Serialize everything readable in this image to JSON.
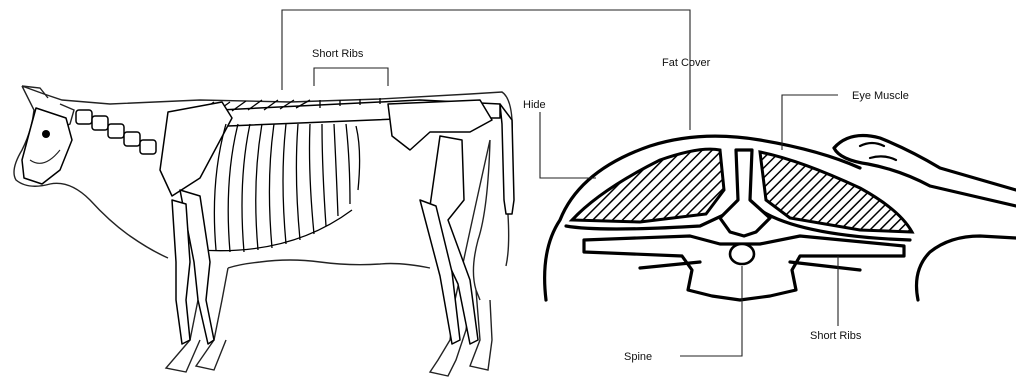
{
  "labels": {
    "short_ribs_top": "Short Ribs",
    "fat_cover": "Fat Cover",
    "hide": "Hide",
    "eye_muscle": "Eye Muscle",
    "spine": "Spine",
    "short_ribs_bottom": "Short Ribs"
  },
  "colors": {
    "ink": "#000000",
    "background": "#ffffff"
  }
}
